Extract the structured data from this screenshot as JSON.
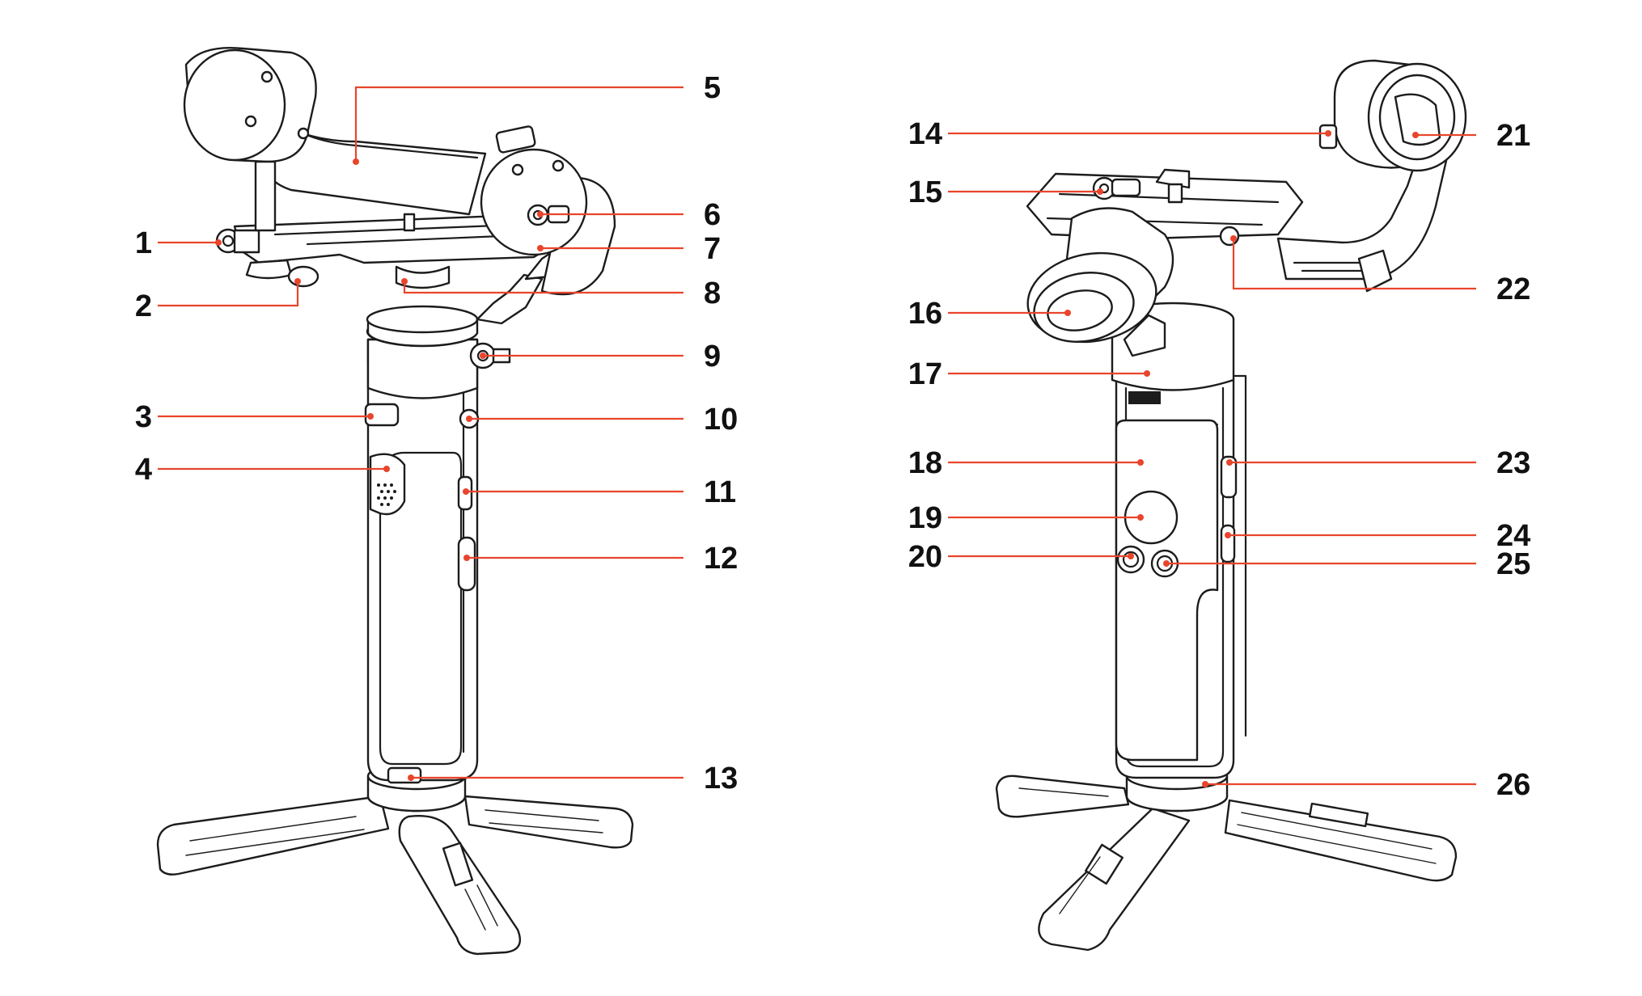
{
  "colors": {
    "leader_line": "#e8452c",
    "outline": "#1c1c1c"
  },
  "callouts": [
    {
      "id": "1",
      "label": "1"
    },
    {
      "id": "2",
      "label": "2"
    },
    {
      "id": "3",
      "label": "3"
    },
    {
      "id": "4",
      "label": "4"
    },
    {
      "id": "5",
      "label": "5"
    },
    {
      "id": "6",
      "label": "6"
    },
    {
      "id": "7",
      "label": "7"
    },
    {
      "id": "8",
      "label": "8"
    },
    {
      "id": "9",
      "label": "9"
    },
    {
      "id": "10",
      "label": "10"
    },
    {
      "id": "11",
      "label": "11"
    },
    {
      "id": "12",
      "label": "12"
    },
    {
      "id": "13",
      "label": "13"
    },
    {
      "id": "14",
      "label": "14"
    },
    {
      "id": "15",
      "label": "15"
    },
    {
      "id": "16",
      "label": "16"
    },
    {
      "id": "17",
      "label": "17"
    },
    {
      "id": "18",
      "label": "18"
    },
    {
      "id": "19",
      "label": "19"
    },
    {
      "id": "20",
      "label": "20"
    },
    {
      "id": "21",
      "label": "21"
    },
    {
      "id": "22",
      "label": "22"
    },
    {
      "id": "23",
      "label": "23"
    },
    {
      "id": "24",
      "label": "24"
    },
    {
      "id": "25",
      "label": "25"
    },
    {
      "id": "26",
      "label": "26"
    }
  ]
}
